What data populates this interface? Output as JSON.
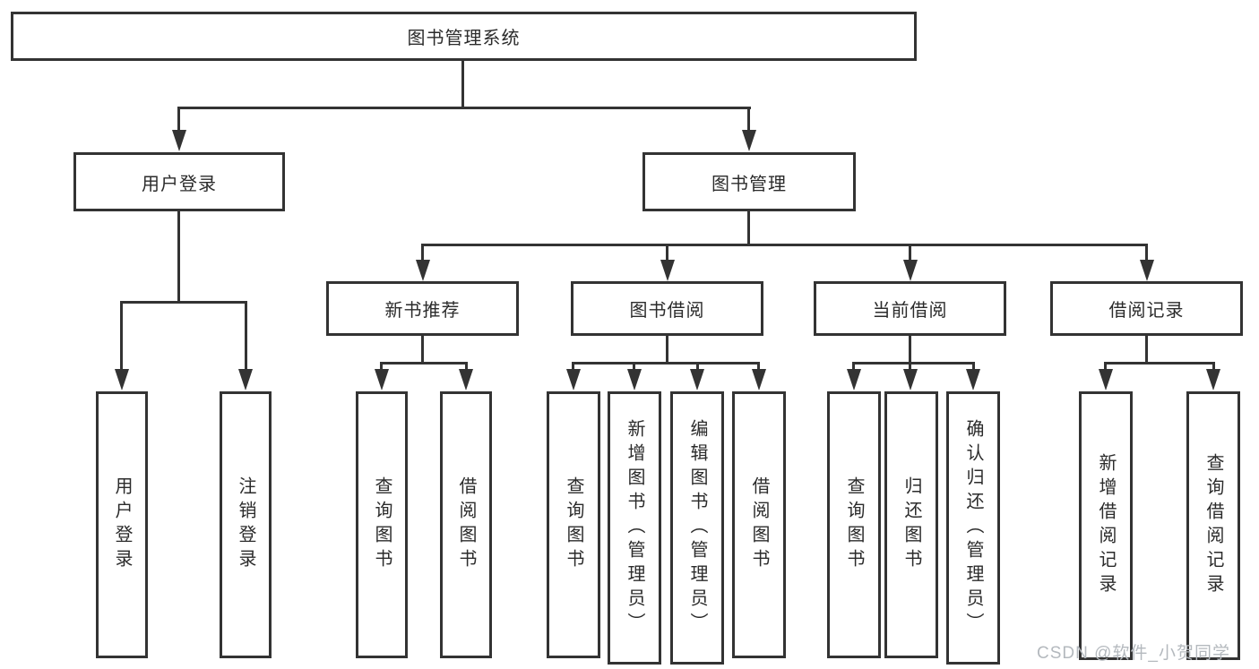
{
  "colors": {
    "line": "#333333",
    "text": "#2b2b2b",
    "box_fill": "#ffffff",
    "background": "#ffffff",
    "watermark": "#b4b9be"
  },
  "watermark": {
    "text": "CSDN @软件_小贺同学"
  },
  "tree": {
    "root": {
      "label": "图书管理系统",
      "children": [
        {
          "label": "用户登录",
          "children": [
            {
              "label": "用户登录"
            },
            {
              "label": "注销登录"
            }
          ]
        },
        {
          "label": "图书管理",
          "children": [
            {
              "label": "新书推荐",
              "children": [
                {
                  "label": "查询图书"
                },
                {
                  "label": "借阅图书"
                }
              ]
            },
            {
              "label": "图书借阅",
              "children": [
                {
                  "label": "查询图书"
                },
                {
                  "label": "新增图书（管理员）"
                },
                {
                  "label": "编辑图书（管理员）"
                },
                {
                  "label": "借阅图书"
                }
              ]
            },
            {
              "label": "当前借阅",
              "children": [
                {
                  "label": "查询图书"
                },
                {
                  "label": "归还图书"
                },
                {
                  "label": "确认归还（管理员）"
                }
              ]
            },
            {
              "label": "借阅记录",
              "children": [
                {
                  "label": "新增借阅记录"
                },
                {
                  "label": "查询借阅记录"
                }
              ]
            }
          ]
        }
      ]
    }
  }
}
